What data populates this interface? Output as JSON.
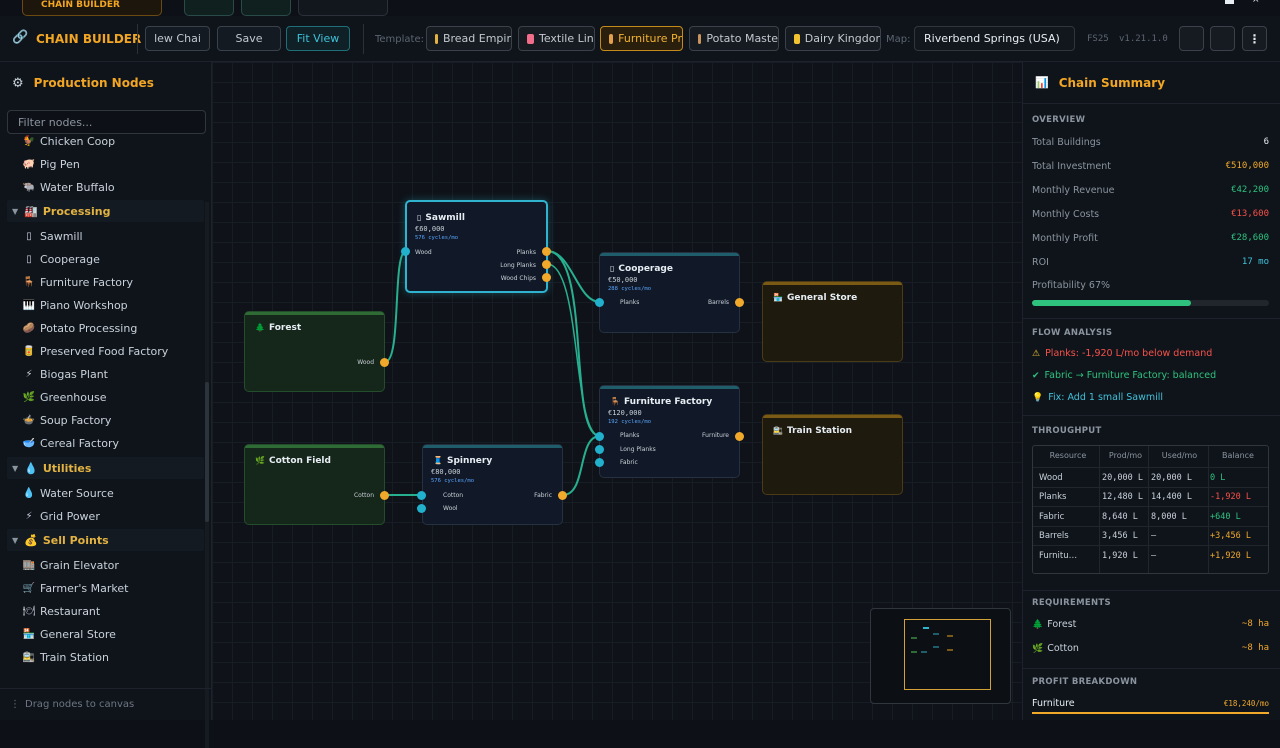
{
  "app": {
    "title": "CHAIN BUILDER",
    "top_tab": "CHAIN BUILDER"
  },
  "toolbar": {
    "name_value": "lew Chai",
    "save_label": "Save",
    "fit_view_label": "Fit View",
    "template_label": "Template:",
    "templates": [
      {
        "label": "Bread Empir",
        "color": "#e3b341"
      },
      {
        "label": "Textile Lin",
        "color": "#f26d8a"
      },
      {
        "label": "Furniture Pr",
        "color": "#e3a04b",
        "active": true
      },
      {
        "label": "Potato Maste",
        "color": "#c9955c"
      },
      {
        "label": "Dairy Kingdor",
        "color": "#f2c230"
      }
    ],
    "map_label": "Map:",
    "map_value": "Riverbend Springs (USA)",
    "game_label": "FS25",
    "version": "v1.21.1.0"
  },
  "sidebar": {
    "title": "Production Nodes",
    "filter_placeholder": "Filter nodes...",
    "items_top": [
      {
        "label": "Chicken Coop",
        "icon": "🐓"
      },
      {
        "label": "Pig Pen",
        "icon": "🐖"
      },
      {
        "label": "Water Buffalo",
        "icon": "🐃"
      }
    ],
    "groups": {
      "processing": {
        "label": "Processing",
        "icon": "🏭",
        "items": [
          {
            "label": "Sawmill",
            "icon": "▯"
          },
          {
            "label": "Cooperage",
            "icon": "▯"
          },
          {
            "label": "Furniture Factory",
            "icon": "🪑"
          },
          {
            "label": "Piano Workshop",
            "icon": "🎹"
          },
          {
            "label": "Potato Processing",
            "icon": "🥔"
          },
          {
            "label": "Preserved Food Factory",
            "icon": "🥫"
          },
          {
            "label": "Biogas Plant",
            "icon": "⚡"
          },
          {
            "label": "Greenhouse",
            "icon": "🌿"
          },
          {
            "label": "Soup Factory",
            "icon": "🍲"
          },
          {
            "label": "Cereal Factory",
            "icon": "🥣"
          }
        ]
      },
      "utilities": {
        "label": "Utilities",
        "icon": "💧",
        "items": [
          {
            "label": "Water Source",
            "icon": "💧"
          },
          {
            "label": "Grid Power",
            "icon": "⚡"
          }
        ]
      },
      "sell_points": {
        "label": "Sell Points",
        "icon": "💰",
        "items": [
          {
            "label": "Grain Elevator",
            "icon": "🏬"
          },
          {
            "label": "Farmer's Market",
            "icon": "🛒"
          },
          {
            "label": "Restaurant",
            "icon": "🍽"
          },
          {
            "label": "General Store",
            "icon": "🏪"
          },
          {
            "label": "Train Station",
            "icon": "🚉"
          }
        ]
      }
    },
    "footer": "Drag nodes to canvas"
  },
  "canvas": {
    "nodes": {
      "sawmill": {
        "title": "Sawmill",
        "icon": "▯",
        "cost": "€60,000",
        "cycles": "576 cycles/mo",
        "inputs": [
          "Wood"
        ],
        "outputs": [
          "Planks",
          "Long Planks",
          "Wood Chips"
        ]
      },
      "forest": {
        "title": "Forest",
        "icon": "🌲",
        "outputs": [
          "Wood"
        ]
      },
      "cooperage": {
        "title": "Cooperage",
        "icon": "▯",
        "cost": "€50,000",
        "cycles": "288 cycles/mo",
        "inputs": [
          "Planks"
        ],
        "outputs": [
          "Barrels"
        ]
      },
      "general_store": {
        "title": "General Store",
        "icon": "🏪"
      },
      "furniture": {
        "title": "Furniture Factory",
        "icon": "🪑",
        "cost": "€120,000",
        "cycles": "192 cycles/mo",
        "inputs": [
          "Planks",
          "Long Planks",
          "Fabric"
        ],
        "outputs": [
          "Furniture"
        ]
      },
      "train_station": {
        "title": "Train Station",
        "icon": "🚉"
      },
      "cotton_field": {
        "title": "Cotton Field",
        "icon": "🌿",
        "outputs": [
          "Cotton"
        ]
      },
      "spinnery": {
        "title": "Spinnery",
        "icon": "🧵",
        "cost": "€80,000",
        "cycles": "576 cycles/mo",
        "inputs": [
          "Cotton",
          "Wool"
        ],
        "outputs": [
          "Fabric"
        ]
      }
    }
  },
  "summary": {
    "title": "Chain Summary",
    "overview_label": "OVERVIEW",
    "stats": [
      {
        "label": "Total Buildings",
        "value": "6",
        "color": "#e6edf3"
      },
      {
        "label": "Total Investment",
        "value": "€510,000",
        "color": "#f0a92b"
      },
      {
        "label": "Monthly Revenue",
        "value": "€42,200",
        "color": "#2ec27e"
      },
      {
        "label": "Monthly Costs",
        "value": "€13,600",
        "color": "#f85149"
      },
      {
        "label": "Monthly Profit",
        "value": "€28,600",
        "color": "#2ec27e"
      },
      {
        "label": "ROI",
        "value": "17 mo",
        "color": "#3fc1d9"
      }
    ],
    "profitability_label": "Profitability 67%",
    "profitability": 0.67,
    "flow_label": "FLOW ANALYSIS",
    "flow": [
      {
        "icon": "⚠",
        "text": "Planks: -1,920 L/mo below demand",
        "color": "#f85149",
        "icon_color": "#f2c230"
      },
      {
        "icon": "✔",
        "text": "Fabric → Furniture Factory: balanced",
        "color": "#2ec27e",
        "icon_color": "#2ec27e"
      },
      {
        "icon": "💡",
        "text": "Fix: Add 1 small Sawmill",
        "color": "#3fc1d9",
        "icon_color": "#f2c230"
      }
    ],
    "throughput_label": "THROUGHPUT",
    "throughput_headers": [
      "Resource",
      "Prod/mo",
      "Used/mo",
      "Balance"
    ],
    "throughput_rows": [
      {
        "resource": "Wood",
        "prod": "20,000 L",
        "used": "20,000 L",
        "balance": "0 L",
        "bcolor": "#2ec27e"
      },
      {
        "resource": "Planks",
        "prod": "12,480 L",
        "used": "14,400 L",
        "balance": "-1,920 L",
        "bcolor": "#f85149"
      },
      {
        "resource": "Fabric",
        "prod": "8,640 L",
        "used": "8,000 L",
        "balance": "+640 L",
        "bcolor": "#2ec27e"
      },
      {
        "resource": "Barrels",
        "prod": "3,456 L",
        "used": "—",
        "balance": "+3,456 L",
        "bcolor": "#f0a92b"
      },
      {
        "resource": "Furnitu…",
        "prod": "1,920 L",
        "used": "—",
        "balance": "+1,920 L",
        "bcolor": "#f0a92b"
      }
    ],
    "requirements_label": "REQUIREMENTS",
    "requirements": [
      {
        "icon": "🌲",
        "label": "Forest",
        "value": "~8 ha"
      },
      {
        "icon": "🌿",
        "label": "Cotton",
        "value": "~8 ha"
      }
    ],
    "profit_label": "PROFIT BREAKDOWN",
    "profit_item": "Furniture",
    "profit_value": "€18,240/mo"
  }
}
